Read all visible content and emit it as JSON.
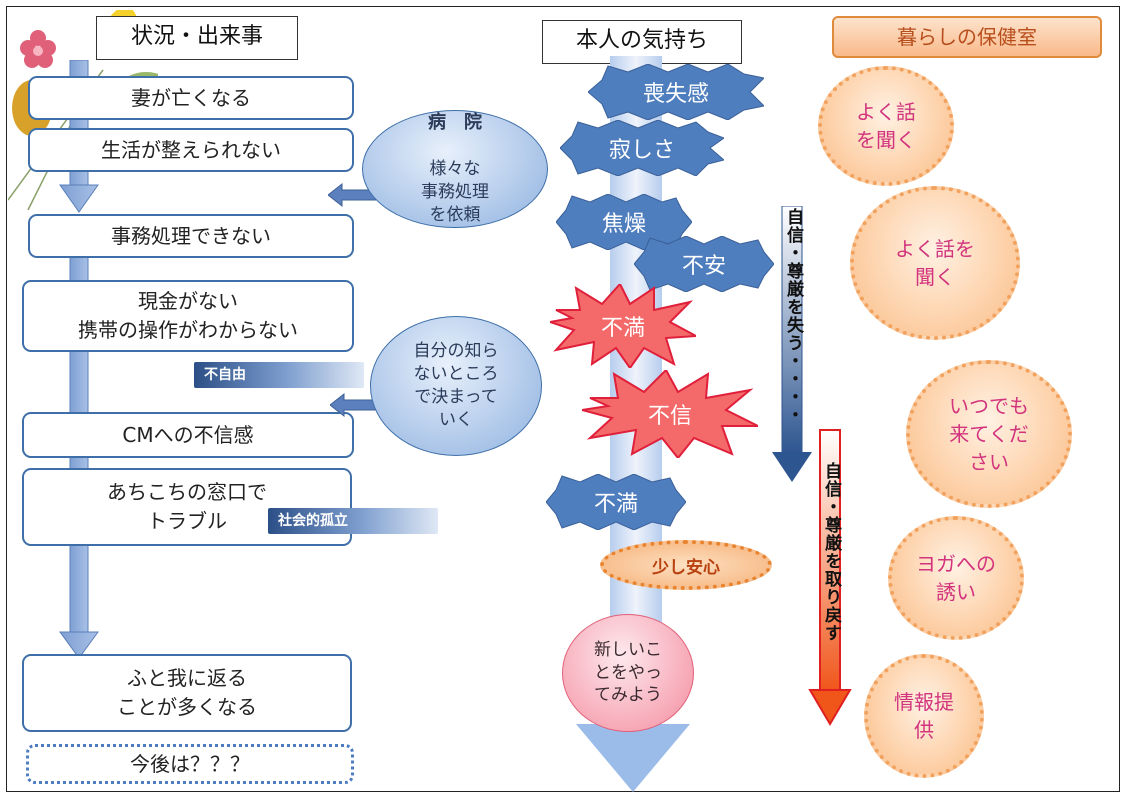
{
  "headers": {
    "situation": "状況・出来事",
    "feelings": "本人の気持ち",
    "health_room": "暮らしの保健室"
  },
  "events": [
    "妻が亡くなる",
    "生活が整えられない",
    "事務処理できない",
    "現金がない\n携帯の操作がわからない",
    "CMへの不信感",
    "あちこちの窓口で\nトラブル",
    "ふと我に返る\nことが多くなる",
    "今後は？？？"
  ],
  "tags": {
    "fujiyu": "不自由",
    "shakaiteki": "社会的孤立"
  },
  "callouts": {
    "hospital_title": "病　院",
    "hospital_body": "様々な\n事務処理\nを依頼",
    "unknown": "自分の知ら\nないところ\nで決まって\nいく"
  },
  "feelings": {
    "soshitsu": "喪失感",
    "sabishisa": "寂しさ",
    "shoso": "焦燥",
    "fuan": "不安",
    "fuman1": "不満",
    "fushin": "不信",
    "fuman2": "不満",
    "sukoshi_anshin": "少し安心",
    "atarashii": "新しいこ\nとをやっ\nてみよう"
  },
  "vertical_labels": {
    "lose": "自信・尊厳を失う・・・・",
    "regain": "自信・尊厳を取り戻す"
  },
  "support": [
    "よく話\nを聞く",
    "よく話を\n聞く",
    "いつでも\n来てくだ\nさい",
    "ヨガへの\n誘い",
    "情報提\n供"
  ],
  "colors": {
    "blue_shape": "#4f7ebf",
    "red_burst": "#f25a5a",
    "orange_circle": "#fbbb85",
    "pink_text": "#d2347e"
  }
}
